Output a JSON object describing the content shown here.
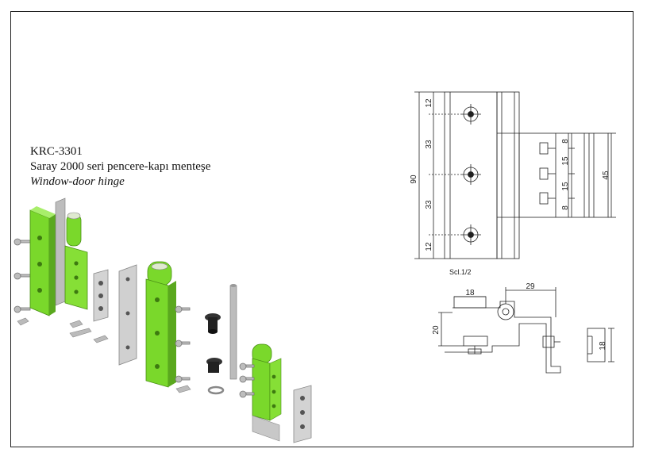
{
  "product": {
    "code": "KRC-3301",
    "name_tr": "Saray 2000 seri pencere-kapı menteşe",
    "name_en": "Window-door hinge"
  },
  "drawing": {
    "scale_label": "Scl.1/2",
    "front_view_dims": {
      "overall_height": "90",
      "top_offset": "12",
      "spacing_upper": "33",
      "spacing_lower": "33",
      "bottom_offset": "12",
      "wing_height": "45",
      "wing_hole_offset_top": "8",
      "wing_spacing_upper": "15",
      "wing_spacing_lower": "15",
      "wing_hole_offset_bottom": "8"
    },
    "top_view_dims": {
      "width_left": "18",
      "width_right": "29",
      "depth": "20",
      "profile_height": "18"
    }
  },
  "colors": {
    "hinge_green": "#8fe23a",
    "hinge_green_dark": "#5aa81e",
    "metal": "#c9c9c9",
    "metal_dark": "#8a8a8a"
  }
}
